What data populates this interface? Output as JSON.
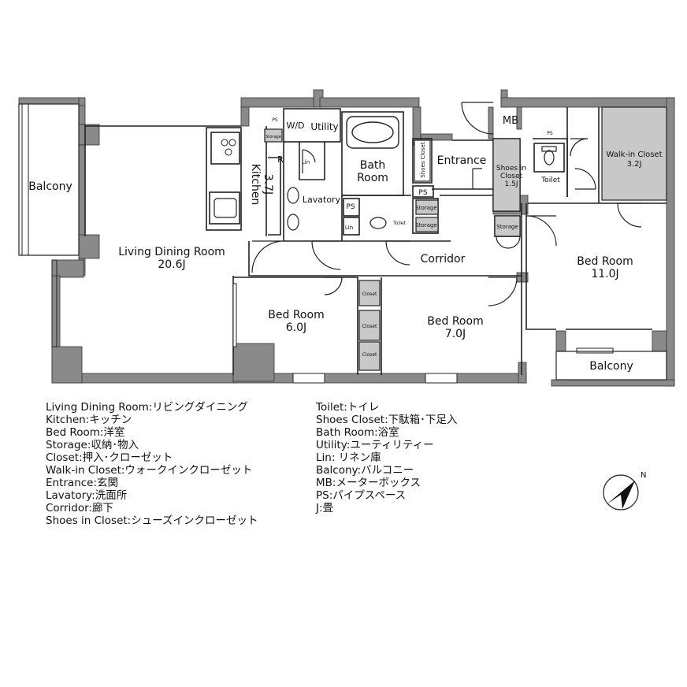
{
  "rooms": {
    "living_dining": {
      "name": "Living Dining Room",
      "size": "20.6J"
    },
    "kitchen": {
      "name": "Kitchen",
      "size": "3.7J"
    },
    "bed_a": {
      "name": "Bed Room",
      "size": "6.0J"
    },
    "bed_b": {
      "name": "Bed Room",
      "size": "7.0J"
    },
    "bed_c": {
      "name": "Bed Room",
      "size": "11.0J"
    },
    "walk_in": {
      "name": "Walk-in Closet",
      "size": "3.2J"
    },
    "shoes_in": {
      "name_line1": "Shoes in",
      "name_line2": "Closet",
      "size": "1.5J"
    },
    "balcony_left": "Balcony",
    "balcony_bottom": "Balcony",
    "bath_line1": "Bath",
    "bath_line2": "Room",
    "utility": "Utility",
    "wd": "W/D",
    "lavatory": "Lavatory",
    "entrance": "Entrance",
    "corridor": "Corridor",
    "toilet": "Toilet",
    "toilet_small": "Toilet",
    "mb": "MB",
    "ps": "PS",
    "lin": "Lin",
    "storage": "Storage",
    "closet": "Closet",
    "shoes_closet": "Shoes Closet",
    "r": "R"
  },
  "legend_left": [
    "Living Dining Room:リビングダイニング",
    "Kitchen:キッチン",
    "Bed Room:洋室",
    "Storage:収納･物入",
    "Closet:押入･クローゼット",
    "Walk-in Closet:ウォークインクローゼット",
    "Entrance:玄関",
    "Lavatory:洗面所",
    "Corridor:廊下",
    "Shoes in Closet:シューズインクローゼット"
  ],
  "legend_right": [
    "Toilet:トイレ",
    "Shoes Closet:下駄箱･下足入",
    "Bath Room:浴室",
    "Utility:ユーティリティー",
    "Lin: リネン庫",
    "Balcony:バルコニー",
    "MB:メーターボックス",
    "PS:パイプスペース",
    "J:畳"
  ],
  "compass": {
    "label": "N"
  },
  "colors": {
    "wall": "#8a8a8a",
    "closet_fill": "#c8c8c8",
    "line": "#222222"
  }
}
